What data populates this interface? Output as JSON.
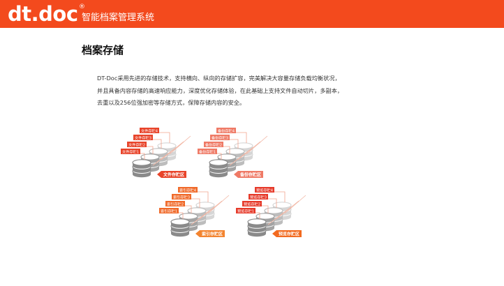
{
  "header": {
    "logo_text": "dt.doc",
    "registered_mark": "®",
    "subtitle": "智能档案管理系统",
    "background_color": "#f34a1d"
  },
  "main": {
    "title": "档案存储",
    "paragraph_lines": [
      "DT-Doc采用先进的存储技术，支持横向、纵向的存储扩容，完美解决大容量存储负载均衡状况，",
      "并且具备内容存储的高速响应能力，深度优化存储体验，在此基础上支持文件自动切片，多副本，",
      "去重以及256位强加密等存储方式，保障存储内容的安全。"
    ]
  },
  "diagram": {
    "groups": [
      {
        "region": "文件存贮区",
        "tags": [
          "文件存贮4",
          "文件存贮3",
          "文件存贮2",
          "文件存贮1"
        ],
        "tag_color": "#e8442a",
        "badge_color": "#e8442a"
      },
      {
        "region": "备份存贮区",
        "tags": [
          "备份存贮4",
          "备份存贮3",
          "备份存贮2",
          "备份存贮1"
        ],
        "tag_color": "#ef7a66",
        "badge_color": "#ef7a66"
      },
      {
        "region": "索引存贮区",
        "tags": [
          "索引存贮4",
          "索引存贮3",
          "索引存贮2",
          "索引存贮1"
        ],
        "tag_color": "#f06a2a",
        "badge_color": "#f3842f"
      },
      {
        "region": "预览存贮区",
        "tags": [
          "预览存贮4",
          "预览存贮3",
          "预览存贮2",
          "预览存贮1"
        ],
        "tag_color": "#e63a2a",
        "badge_color": "#f26a1f"
      }
    ]
  }
}
